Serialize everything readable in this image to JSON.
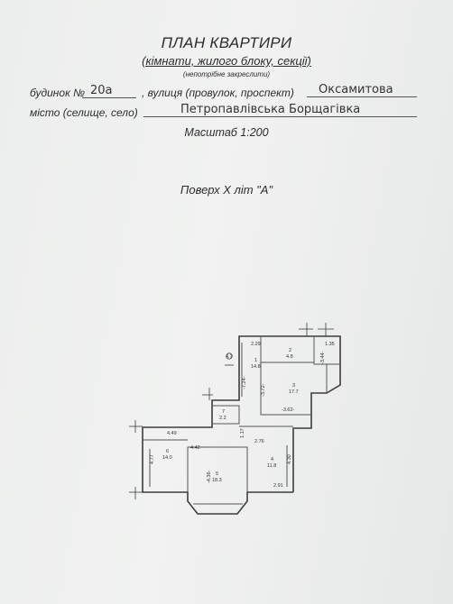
{
  "header": {
    "title": "ПЛАН КВАРТИРИ",
    "subtitle": "(кімнати, жилого блоку, секції)",
    "note": "(непотрібне закреслити)"
  },
  "address": {
    "house_label": "будинок №",
    "house_value": "20а",
    "street_label": ", вулиця (провулок, проспект)",
    "street_value": "Оксамитова",
    "city_label": "місто (селище, село)",
    "city_value": "Петропавлівська Борщагівка"
  },
  "scale": "Масштаб 1:200",
  "floor": "Поверх X літ \"А\"",
  "plan": {
    "dims": [
      "2.29",
      "1.35",
      "4.49",
      "4.42",
      "2.76",
      "1.17",
      "2.91",
      "4.77",
      "4.30",
      "-4.36-",
      "-3.72-",
      "-3.62-",
      "-7.24-",
      "-3.44-"
    ],
    "rooms": [
      {
        "num": "1",
        "area": "14.8"
      },
      {
        "num": "2",
        "area": "4.8"
      },
      {
        "num": "3",
        "area": "17.7"
      },
      {
        "num": "4",
        "area": "11.8"
      },
      {
        "num": "5",
        "area": "18.3"
      },
      {
        "num": "6",
        "area": "14.0"
      },
      {
        "num": "7",
        "area": "2.2"
      }
    ],
    "marker": "4.7"
  }
}
